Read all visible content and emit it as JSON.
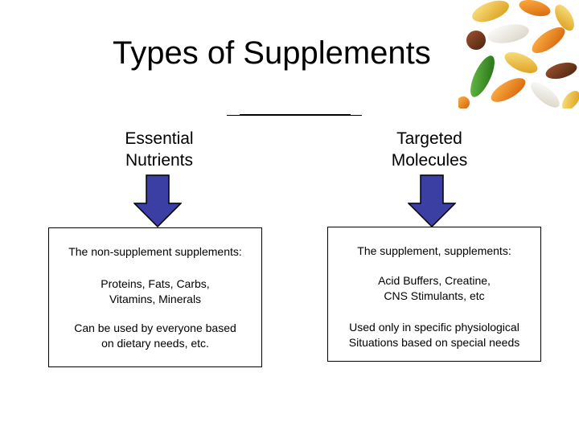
{
  "title": "Types of Supplements",
  "left": {
    "heading": "Essential\nNutrients",
    "subtitle": "The non-supplement supplements:",
    "examples": "Proteins, Fats, Carbs,\n Vitamins, Minerals",
    "usage": "Can be used by everyone based\non dietary needs, etc."
  },
  "right": {
    "heading": "Targeted\nMolecules",
    "subtitle": "The supplement, supplements:",
    "examples": "Acid Buffers, Creatine,\n CNS Stimulants, etc",
    "usage": "Used only in specific physiological\nSituations based on special needs"
  },
  "colors": {
    "arrow_fill": "#3b3fa4",
    "arrow_stroke": "#000000",
    "box_border": "#000000"
  },
  "icons": {
    "decoration": "supplement-pills-image",
    "connector": "down-arrow-icon"
  }
}
